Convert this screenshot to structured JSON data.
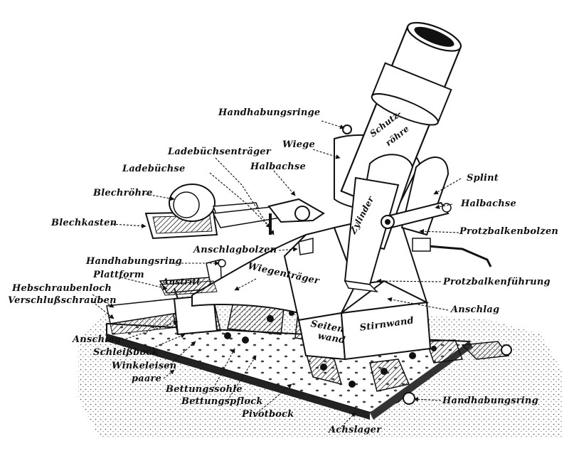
{
  "labels": {
    "handhabungsringe": "Handhabungsringe",
    "schutzrohre_1": "Schutz-",
    "schutzrohre_2": "röhre",
    "wiege": "Wiege",
    "ladebuchsentrager": "Ladebüchsenträger",
    "ladebuchse": "Ladebüchse",
    "halbachse_left": "Halbachse",
    "splint": "Splint",
    "halbachse_right": "Halbachse",
    "blechrohre": "Blechröhre",
    "blechkasten": "Blechkasten",
    "zylinder": "Zylinder",
    "protzbalkenbolzen": "Protzbalkenbolzen",
    "anschlagbolzen": "Anschlagbolzen",
    "handhabungsring_top": "Handhabungsring",
    "plattform": "Plattform",
    "wiegentrager": "Wiegenträger",
    "austritt": "Austritt",
    "protzbalkenfuhrung": "Protzbalkenführung",
    "hebschraubenloch": "Hebschraubenloch",
    "verschlussschrauben": "Verschlußschrauben",
    "anschlag_right": "Anschlag",
    "seitenwand_1": "Seiten",
    "seitenwand_2": "wand",
    "stirnwand": "Stirnwand",
    "anschlag_left": "Anschlag",
    "schleissbock": "Schleißbock",
    "winkeleisen_1": "Winkeleisen",
    "winkeleisen_2": "paare",
    "bettungssohle": "Bettungssohle",
    "bettungspflock": "Bettungspflock",
    "handhabungsring_bottom": "Handhabungsring",
    "pivotbock": "Pivotbock",
    "achslager": "Achslager"
  }
}
